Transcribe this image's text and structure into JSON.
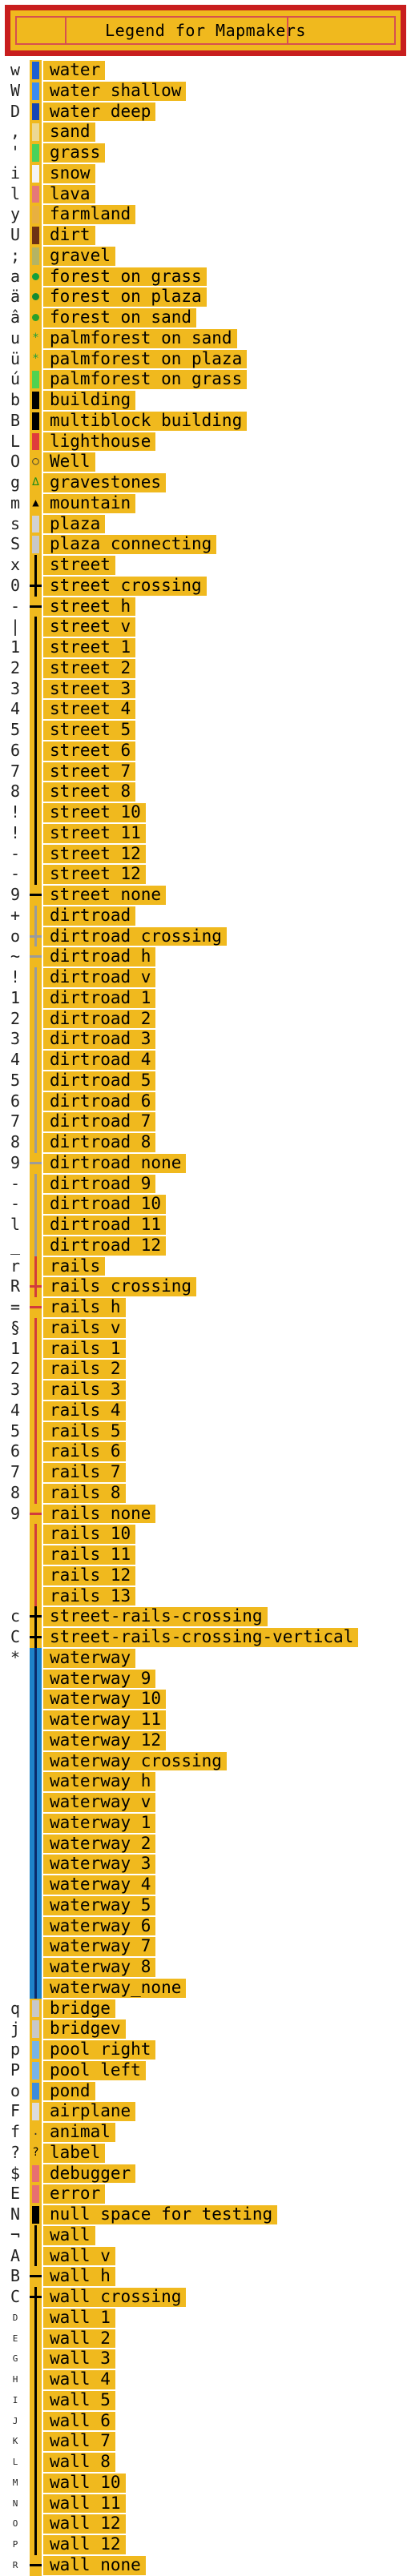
{
  "title": "Legend for Mapmakers",
  "colors": {
    "panel": "#f0b91e",
    "frame": "#c81e1e",
    "water": "#1e64c8",
    "road": "#000000",
    "dirtroad": "#c8c8c8",
    "rails": "#c83232",
    "waterway": "#1e82c8",
    "wall": "#000000"
  },
  "entries": [
    {
      "g": "w",
      "label": "water",
      "k": "fill",
      "c": "#1e5fd2"
    },
    {
      "g": "W",
      "label": "water shallow",
      "k": "fill",
      "c": "#3c8cf0"
    },
    {
      "g": "D",
      "label": "water deep",
      "k": "fill",
      "c": "#1446b4"
    },
    {
      "g": ",",
      "label": "sand",
      "k": "fill",
      "c": "#ecd894"
    },
    {
      "g": "'",
      "label": "grass",
      "k": "fill",
      "c": "#4ad25a"
    },
    {
      "g": "i",
      "label": "snow",
      "k": "fill",
      "c": "#f4f4f4"
    },
    {
      "g": "l",
      "label": "lava",
      "k": "fill",
      "c": "#e67878"
    },
    {
      "g": "y",
      "label": "farmland",
      "k": "fill",
      "c": "#e8b040"
    },
    {
      "g": "U",
      "label": "dirt",
      "k": "fill",
      "c": "#6e3214"
    },
    {
      "g": ";",
      "label": "gravel",
      "k": "fill",
      "c": "#b4b464"
    },
    {
      "g": "a",
      "label": "forest on grass",
      "k": "dot",
      "c": "#14a03c"
    },
    {
      "g": "ä",
      "label": "forest on plaza",
      "k": "dot",
      "c": "#148c32"
    },
    {
      "g": "â",
      "label": "forest on sand",
      "k": "dot",
      "c": "#2aa02a"
    },
    {
      "g": "u",
      "label": "palmforest on sand",
      "k": "mark",
      "c": "#1ea03c",
      "m": "*"
    },
    {
      "g": "ü",
      "label": "palmforest on plaza",
      "k": "mark",
      "c": "#1ea03c",
      "m": "*"
    },
    {
      "g": "ú",
      "label": "palmforest on grass",
      "k": "fill",
      "c": "#50d250"
    },
    {
      "g": "b",
      "label": "building",
      "k": "fill",
      "c": "#000000"
    },
    {
      "g": "B",
      "label": "multiblock building",
      "k": "fill",
      "c": "#000000"
    },
    {
      "g": "L",
      "label": "lighthouse",
      "k": "fill",
      "c": "#e03c3c"
    },
    {
      "g": "O",
      "label": "Well",
      "k": "mark",
      "c": "#333333",
      "m": "○"
    },
    {
      "g": "g",
      "label": "gravestones",
      "k": "mark",
      "c": "#1a8c1a",
      "m": "∆"
    },
    {
      "g": "m",
      "label": "mountain",
      "k": "mark",
      "c": "#000000",
      "m": "▲"
    },
    {
      "g": "s",
      "label": "plaza",
      "k": "fill",
      "c": "#d2d2d2"
    },
    {
      "g": "S",
      "label": "plaza connecting",
      "k": "fill",
      "c": "#c8c8c8"
    },
    {
      "g": "x",
      "label": "street",
      "k": "vline",
      "c": "#000000"
    },
    {
      "g": "0",
      "label": "street crossing",
      "k": "cross",
      "c": "#000000"
    },
    {
      "g": "-",
      "label": "street h",
      "k": "hline",
      "c": "#000000"
    },
    {
      "g": "|",
      "label": "street v",
      "k": "vline",
      "c": "#000000"
    },
    {
      "g": "1",
      "label": "street 1",
      "k": "vline",
      "c": "#000000"
    },
    {
      "g": "2",
      "label": "street 2",
      "k": "vline",
      "c": "#000000"
    },
    {
      "g": "3",
      "label": "street 3",
      "k": "vline",
      "c": "#000000"
    },
    {
      "g": "4",
      "label": "street 4",
      "k": "vline",
      "c": "#000000"
    },
    {
      "g": "5",
      "label": "street 5",
      "k": "vline",
      "c": "#000000"
    },
    {
      "g": "6",
      "label": "street 6",
      "k": "vline",
      "c": "#000000"
    },
    {
      "g": "7",
      "label": "street 7",
      "k": "vline",
      "c": "#000000"
    },
    {
      "g": "8",
      "label": "street 8",
      "k": "vline",
      "c": "#000000"
    },
    {
      "g": "!",
      "label": "street 10",
      "k": "vline",
      "c": "#000000"
    },
    {
      "g": "!",
      "label": "street 11",
      "k": "vline",
      "c": "#000000"
    },
    {
      "g": "-",
      "label": "street 12",
      "k": "vline",
      "c": "#000000"
    },
    {
      "g": "-",
      "label": "street 12",
      "k": "vline",
      "c": "#000000"
    },
    {
      "g": "9",
      "label": "street none",
      "k": "hline",
      "c": "#000000"
    },
    {
      "g": "+",
      "label": "dirtroad",
      "k": "vline",
      "c": "#9b9b9b"
    },
    {
      "g": "o",
      "label": "dirtroad crossing",
      "k": "cross",
      "c": "#9b9b9b"
    },
    {
      "g": "~",
      "label": "dirtroad h",
      "k": "hline",
      "c": "#9b9b9b"
    },
    {
      "g": "!",
      "label": "dirtroad v",
      "k": "vline",
      "c": "#9b9b9b"
    },
    {
      "g": "1",
      "label": "dirtroad 1",
      "k": "vline",
      "c": "#9b9b9b"
    },
    {
      "g": "2",
      "label": "dirtroad 2",
      "k": "vline",
      "c": "#9b9b9b"
    },
    {
      "g": "3",
      "label": "dirtroad 3",
      "k": "vline",
      "c": "#9b9b9b"
    },
    {
      "g": "4",
      "label": "dirtroad 4",
      "k": "vline",
      "c": "#9b9b9b"
    },
    {
      "g": "5",
      "label": "dirtroad 5",
      "k": "vline",
      "c": "#9b9b9b"
    },
    {
      "g": "6",
      "label": "dirtroad 6",
      "k": "vline",
      "c": "#9b9b9b"
    },
    {
      "g": "7",
      "label": "dirtroad 7",
      "k": "vline",
      "c": "#9b9b9b"
    },
    {
      "g": "8",
      "label": "dirtroad 8",
      "k": "vline",
      "c": "#9b9b9b"
    },
    {
      "g": "9",
      "label": "dirtroad none",
      "k": "hline",
      "c": "#9b9b9b"
    },
    {
      "g": "-",
      "label": "dirtroad 9",
      "k": "vline",
      "c": "#9b9b9b"
    },
    {
      "g": "-",
      "label": "dirtroad 10",
      "k": "vline",
      "c": "#9b9b9b"
    },
    {
      "g": "l",
      "label": "dirtroad 11",
      "k": "vline",
      "c": "#9b9b9b"
    },
    {
      "g": "_",
      "label": "dirtroad 12",
      "k": "vline",
      "c": "#9b9b9b"
    },
    {
      "g": "r",
      "label": "rails",
      "k": "vline",
      "c": "#d23c3c"
    },
    {
      "g": "R",
      "label": "rails crossing",
      "k": "cross",
      "c": "#d23c3c"
    },
    {
      "g": "=",
      "label": "rails h",
      "k": "hline",
      "c": "#d23c3c"
    },
    {
      "g": "§",
      "label": "rails v",
      "k": "vline",
      "c": "#d23c3c"
    },
    {
      "g": "1",
      "label": "rails 1",
      "k": "vline",
      "c": "#d23c3c"
    },
    {
      "g": "2",
      "label": "rails 2",
      "k": "vline",
      "c": "#d23c3c"
    },
    {
      "g": "3",
      "label": "rails 3",
      "k": "vline",
      "c": "#d23c3c"
    },
    {
      "g": "4",
      "label": "rails 4",
      "k": "vline",
      "c": "#d23c3c"
    },
    {
      "g": "5",
      "label": "rails 5",
      "k": "vline",
      "c": "#d23c3c"
    },
    {
      "g": "6",
      "label": "rails 6",
      "k": "vline",
      "c": "#d23c3c"
    },
    {
      "g": "7",
      "label": "rails 7",
      "k": "vline",
      "c": "#d23c3c"
    },
    {
      "g": "8",
      "label": "rails 8",
      "k": "vline",
      "c": "#d23c3c"
    },
    {
      "g": "9",
      "label": "rails none",
      "k": "hline",
      "c": "#d23c3c"
    },
    {
      "g": "",
      "label": "rails 10",
      "k": "vline",
      "c": "#d23c3c"
    },
    {
      "g": "",
      "label": "rails 11",
      "k": "vline",
      "c": "#d23c3c"
    },
    {
      "g": "",
      "label": "rails 12",
      "k": "vline",
      "c": "#d23c3c"
    },
    {
      "g": "",
      "label": "rails 13",
      "k": "vline",
      "c": "#d23c3c"
    },
    {
      "g": "c",
      "label": "street-rails-crossing",
      "k": "cross",
      "c": "#000000"
    },
    {
      "g": "C",
      "label": "street-rails-crossing-vertical",
      "k": "cross",
      "c": "#000000"
    },
    {
      "g": "*",
      "label": "waterway",
      "k": "wfill",
      "c": "#1e82c8"
    },
    {
      "g": "",
      "label": "waterway 9",
      "k": "wfill",
      "c": "#1e82c8"
    },
    {
      "g": "",
      "label": "waterway 10",
      "k": "wfill",
      "c": "#1e82c8"
    },
    {
      "g": "",
      "label": "waterway 11",
      "k": "wfill",
      "c": "#1e82c8"
    },
    {
      "g": "",
      "label": "waterway 12",
      "k": "wfill",
      "c": "#1e82c8"
    },
    {
      "g": "",
      "label": "waterway crossing",
      "k": "wfill",
      "c": "#1e82c8"
    },
    {
      "g": "",
      "label": "waterway h",
      "k": "wfill",
      "c": "#1e82c8"
    },
    {
      "g": "",
      "label": "waterway v",
      "k": "wfill",
      "c": "#1e82c8"
    },
    {
      "g": "",
      "label": "waterway 1",
      "k": "wfill",
      "c": "#1e82c8"
    },
    {
      "g": "",
      "label": "waterway 2",
      "k": "wfill",
      "c": "#1e82c8"
    },
    {
      "g": "",
      "label": "waterway 3",
      "k": "wfill",
      "c": "#1e82c8"
    },
    {
      "g": "",
      "label": "waterway 4",
      "k": "wfill",
      "c": "#1e82c8"
    },
    {
      "g": "",
      "label": "waterway 5",
      "k": "wfill",
      "c": "#1e82c8"
    },
    {
      "g": "",
      "label": "waterway 6",
      "k": "wfill",
      "c": "#1e82c8"
    },
    {
      "g": "",
      "label": "waterway 7",
      "k": "wfill",
      "c": "#1e82c8"
    },
    {
      "g": "",
      "label": "waterway 8",
      "k": "wfill",
      "c": "#1e82c8"
    },
    {
      "g": "",
      "label": "waterway_none",
      "k": "wfill",
      "c": "#1e82c8"
    },
    {
      "g": "q",
      "label": "bridge",
      "k": "fill",
      "c": "#c8c8c8"
    },
    {
      "g": "j",
      "label": "bridgev",
      "k": "fill",
      "c": "#c8c8c8"
    },
    {
      "g": "p",
      "label": "pool right",
      "k": "fill",
      "c": "#78b4e6"
    },
    {
      "g": "P",
      "label": "pool left",
      "k": "fill",
      "c": "#78b4e6"
    },
    {
      "g": "o",
      "label": "pond",
      "k": "fill",
      "c": "#3c8cdc"
    },
    {
      "g": "F",
      "label": "airplane",
      "k": "fill",
      "c": "#dcdcdc"
    },
    {
      "g": "f",
      "label": "animal",
      "k": "mark",
      "c": "#333333",
      "m": "."
    },
    {
      "g": "?",
      "label": "label",
      "k": "mark",
      "c": "#000000",
      "m": "?"
    },
    {
      "g": "$",
      "label": "debugger",
      "k": "fill",
      "c": "#e87070"
    },
    {
      "g": "E",
      "label": "error",
      "k": "fill",
      "c": "#e87070"
    },
    {
      "g": "N",
      "label": "null space for testing",
      "k": "fill",
      "c": "#000000"
    },
    {
      "g": "¬",
      "label": "wall",
      "k": "vline",
      "c": "#000000"
    },
    {
      "g": "A",
      "label": "wall v",
      "k": "vline",
      "c": "#000000"
    },
    {
      "g": "B",
      "label": "wall h",
      "k": "hline",
      "c": "#000000"
    },
    {
      "g": "C",
      "label": "wall crossing",
      "k": "cross",
      "c": "#000000"
    },
    {
      "g": "D",
      "label": "wall 1",
      "k": "vline",
      "c": "#000000"
    },
    {
      "g": "E",
      "label": "wall 2",
      "k": "vline",
      "c": "#000000"
    },
    {
      "g": "G",
      "label": "wall 3",
      "k": "vline",
      "c": "#000000"
    },
    {
      "g": "H",
      "label": "wall 4",
      "k": "vline",
      "c": "#000000"
    },
    {
      "g": "I",
      "label": "wall 5",
      "k": "vline",
      "c": "#000000"
    },
    {
      "g": "J",
      "label": "wall 6",
      "k": "vline",
      "c": "#000000"
    },
    {
      "g": "K",
      "label": "wall 7",
      "k": "vline",
      "c": "#000000"
    },
    {
      "g": "L",
      "label": "wall 8",
      "k": "vline",
      "c": "#000000"
    },
    {
      "g": "M",
      "label": "wall 10",
      "k": "vline",
      "c": "#000000"
    },
    {
      "g": "N",
      "label": "wall 11",
      "k": "vline",
      "c": "#000000"
    },
    {
      "g": "O",
      "label": "wall 12",
      "k": "vline",
      "c": "#000000"
    },
    {
      "g": "P",
      "label": "wall 12",
      "k": "vline",
      "c": "#000000"
    },
    {
      "g": "R",
      "label": "wall none",
      "k": "hline",
      "c": "#000000"
    }
  ]
}
